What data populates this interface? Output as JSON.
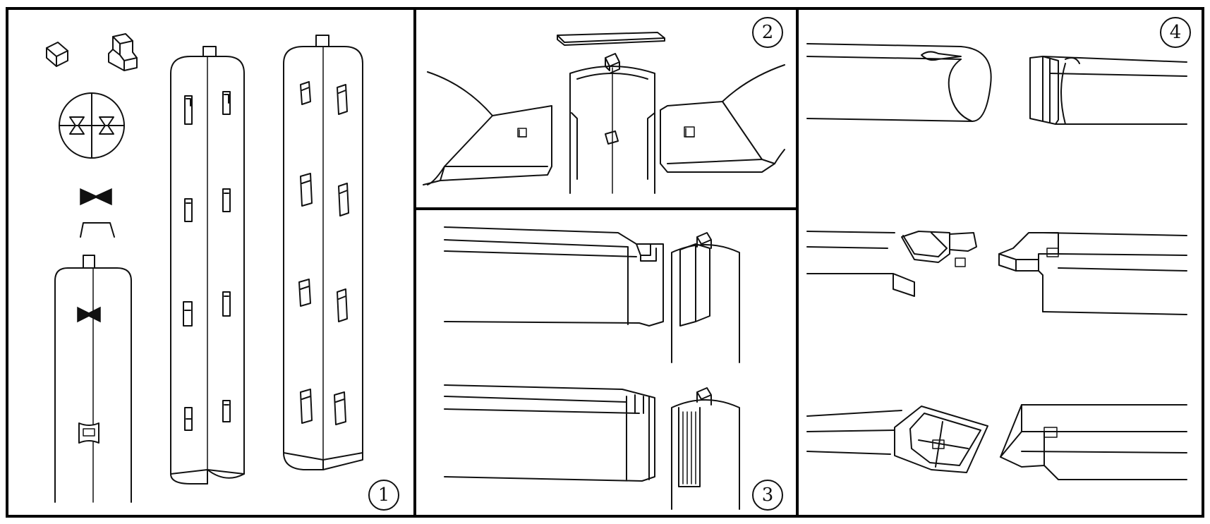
{
  "panels": [
    {
      "id": "panel-1",
      "label": "1"
    },
    {
      "id": "panel-2",
      "label": "2"
    },
    {
      "id": "panel-3",
      "label": "3"
    },
    {
      "id": "panel-4",
      "label": "4"
    }
  ],
  "colors": {
    "line": "#111111",
    "background": "#ffffff"
  }
}
